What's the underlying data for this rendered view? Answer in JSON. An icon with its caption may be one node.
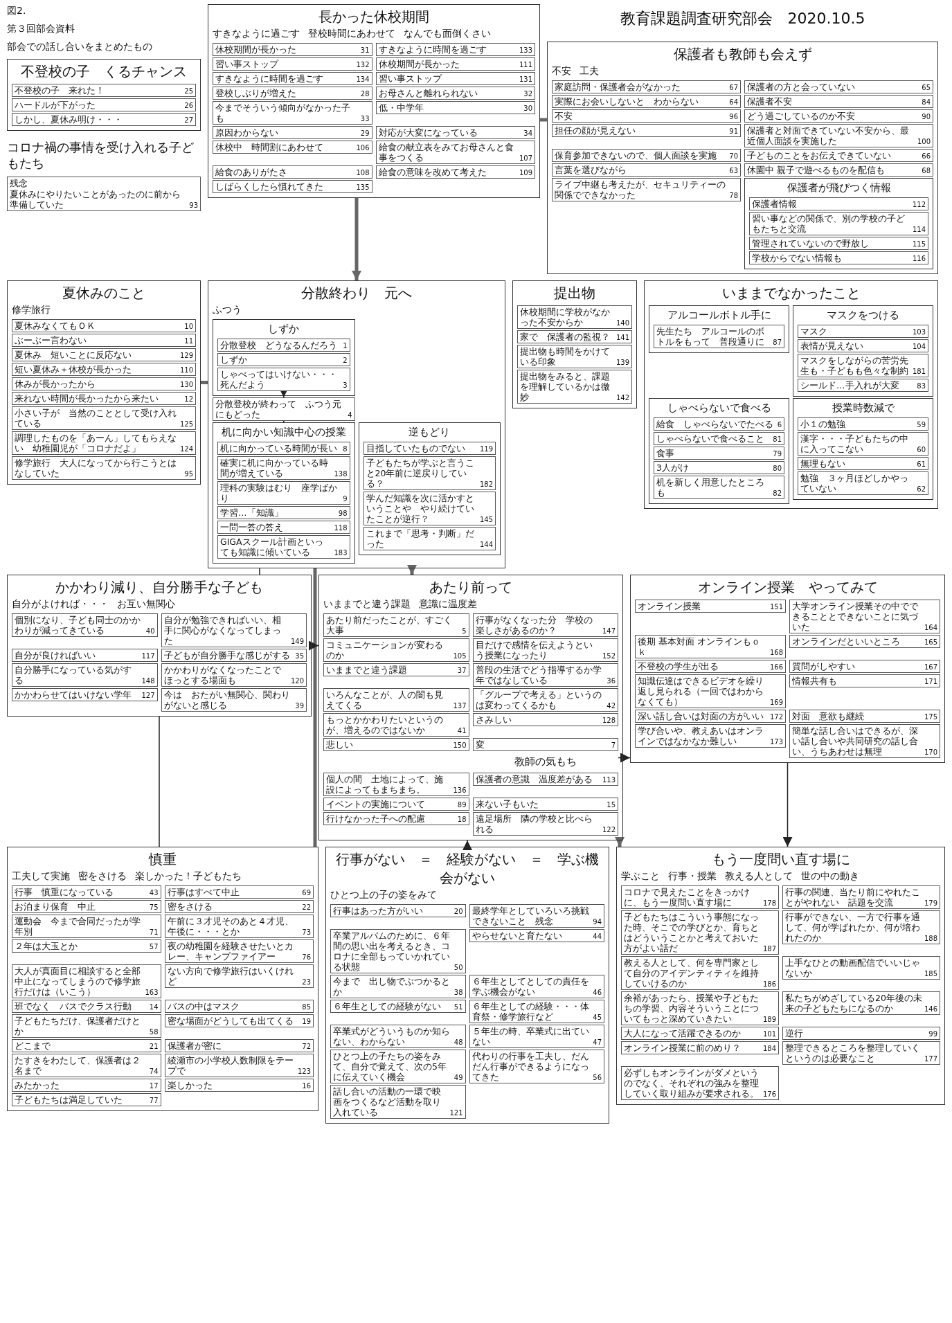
{
  "diagram": {
    "title": "教育課題調査研究部会　2020.10.5",
    "nodes": [
      {
        "text": [
          "長かった休校期間",
          "すきなように過ごす",
          "登校時間にあわせて",
          "なんでも面倒くさい"
        ]
      },
      {
        "text": [
          "休校期間が長かった",
          "31"
        ],
        "in": 0
      },
      {
        "text": [
          "すきなように時間を過ごす",
          "133"
        ],
        "in": 0
      },
      {
        "text": [
          "習い事ストップ",
          "132"
        ],
        "in": 0
      },
      {
        "text": [
          "休校期間が長かった",
          "111"
        ],
        "in": 0
      },
      {
        "text": [
          "すきなように時間を過ごす",
          "134"
        ],
        "in": 0
      },
      {
        "text": [
          "習い事ストップ",
          "131"
        ],
        "in": 0
      },
      {
        "text": [
          "登校しぶりが増えた",
          "28"
        ],
        "in": 0
      },
      {
        "text": [
          "お母さんと離れられない",
          "32"
        ],
        "in": 0
      },
      {
        "text": [
          "今までそういう傾向がなかった子も",
          "33"
        ],
        "in": 0
      },
      {
        "text": [
          "低・中学年",
          "30"
        ],
        "in": 0
      },
      {
        "text": [
          "原因わからない",
          "29"
        ],
        "in": 0
      },
      {
        "text": [
          "対応が大変になっている",
          "34"
        ],
        "in": 0
      },
      {
        "text": [
          "休校中　時間割にあわせて",
          "106"
        ],
        "in": 0
      },
      {
        "text": [
          "給食の献立表をみてお母さんと食事をつくる",
          "107"
        ],
        "in": 0
      },
      {
        "text": [
          "給食のありがたさ",
          "108"
        ],
        "in": 0
      },
      {
        "text": [
          "給食の意味を改めて考えた",
          "109"
        ],
        "in": 0
      },
      {
        "text": [
          "しばらくしたら慣れてきた",
          "135"
        ],
        "in": 0
      },
      {
        "text": [
          "不登校の子　くるチャンス"
        ]
      },
      {
        "text": [
          "不登校の子　来れた！",
          "25"
        ],
        "in": 18
      },
      {
        "text": [
          "ハードルが下がった",
          "26"
        ],
        "in": 18
      },
      {
        "text": [
          "しかし、夏休み明け・・・",
          "27"
        ],
        "in": 18
      },
      {
        "text": [
          "保護者も教師も会えず",
          "不安",
          "工夫"
        ]
      },
      {
        "text": [
          "家庭訪問・保護者会がなかった",
          "67"
        ],
        "in": 22
      },
      {
        "text": [
          "保護者の方と会っていない",
          "65"
        ],
        "in": 22
      },
      {
        "text": [
          "実際にお会いしないと　わからない",
          "64"
        ],
        "in": 22
      },
      {
        "text": [
          "保護者不安",
          "84"
        ],
        "in": 22
      },
      {
        "text": [
          "不安",
          "96"
        ],
        "in": 22
      },
      {
        "text": [
          "どう過ごしているのか不安",
          "90"
        ],
        "in": 22
      },
      {
        "text": [
          "担任の顔が見えない",
          "91"
        ],
        "in": 22
      },
      {
        "text": [
          "保護者と対面できていない不安から、最近個人面談を実施した",
          "100"
        ],
        "in": 22
      },
      {
        "text": [
          "保育参加できないので、個人面談を実施",
          "70"
        ],
        "in": 22
      },
      {
        "text": [
          "子どものことをお伝えできていない",
          "66"
        ],
        "in": 22
      },
      {
        "text": [
          "言葉を選びながら",
          "63"
        ],
        "in": 22
      },
      {
        "text": [
          "休園中 親子で遊べるものを配信も",
          "68"
        ],
        "in": 22
      },
      {
        "text": [
          "ライブ中継も考えたが、セキュリティーの関係でできなかった",
          "78"
        ],
        "in": 22
      },
      {
        "text": [
          "保護者が飛びつく情報"
        ],
        "in": 22
      },
      {
        "text": [
          "保護者情報",
          "112"
        ],
        "in": 36
      },
      {
        "text": [
          "習い事などの関係で、別の学校の子どもたちと交流",
          "114"
        ],
        "in": 36
      },
      {
        "text": [
          "管理されていないので野放し",
          "115"
        ],
        "in": 36
      },
      {
        "text": [
          "学校からでない情報も",
          "116"
        ],
        "in": 36
      },
      {
        "text": [
          "残念",
          "夏休みにやりたいことがあったのに前から準備していた",
          "93"
        ]
      },
      {
        "text": [
          "夏休みのこと",
          "修学旅行"
        ]
      },
      {
        "text": [
          "夏休みなくてもＯＫ",
          "10"
        ],
        "in": 42
      },
      {
        "text": [
          "ぶーぶー言わない",
          "11"
        ],
        "in": 42
      },
      {
        "text": [
          "夏休み　短いことに反応ない",
          "129"
        ],
        "in": 42
      },
      {
        "text": [
          "短い夏休み＋休校が長かった",
          "110"
        ],
        "in": 42
      },
      {
        "text": [
          "休みが長かったから",
          "130"
        ],
        "in": 42
      },
      {
        "text": [
          "来れない時間が長かったから来たい",
          "12"
        ],
        "in": 42
      },
      {
        "text": [
          "小さい子が　当然のこととして受け入れている",
          "125"
        ],
        "in": 42
      },
      {
        "text": [
          "調理したものを「あーん」してもらえない　幼稚園児が「コロナだよ」",
          "124"
        ],
        "in": 42
      },
      {
        "text": [
          "修学旅行　大人になってから行こうとはなしていた",
          "95"
        ],
        "in": 42
      },
      {
        "text": [
          "分散終わり　元へ",
          "ふつう"
        ]
      },
      {
        "text": [
          "しずか"
        ],
        "in": 52
      },
      {
        "text": [
          "分散登校　どうなるんだろう",
          "1"
        ],
        "in": 53
      },
      {
        "text": [
          "しずか",
          "2"
        ],
        "in": 53
      },
      {
        "text": [
          "しゃべってはいけない・・・死んだよう",
          "3"
        ],
        "in": 53
      },
      {
        "text": [
          "分散登校が終わって　ふつう元にもどった",
          "4"
        ],
        "in": 52
      },
      {
        "text": [
          "机に向かい知識中心の授業"
        ],
        "in": 52
      },
      {
        "text": [
          "机に向かっている時間が長い",
          "8"
        ],
        "in": 58
      },
      {
        "text": [
          "確実に机に向かっている時間が増えている",
          "138"
        ],
        "in": 58
      },
      {
        "text": [
          "理科の実験はむり　座学ばかり",
          "9"
        ],
        "in": 58
      },
      {
        "text": [
          "学習…「知識」",
          "98"
        ],
        "in": 58
      },
      {
        "text": [
          "一問一答の答え",
          "118"
        ],
        "in": 58
      },
      {
        "text": [
          "GIGAスクール計画といっても知識に傾いている",
          "183"
        ],
        "in": 58
      },
      {
        "text": [
          "逆もどり"
        ],
        "in": 52
      },
      {
        "text": [
          "目指していたものでない",
          "119"
        ],
        "in": 65
      },
      {
        "text": [
          "子どもたちが学ぶと言うこと20年前に逆戻りしている？",
          "182"
        ],
        "in": 65
      },
      {
        "text": [
          "学んだ知識を次に活かすということや　やり続けていたことが逆行？",
          "145"
        ],
        "in": 65
      },
      {
        "text": [
          "これまで「思考・判断」だった",
          "144"
        ],
        "in": 65
      },
      {
        "text": [
          "提出物"
        ]
      },
      {
        "text": [
          "休校期間に学校がなかった不安からか",
          "140"
        ],
        "in": 70
      },
      {
        "text": [
          "家で　保護者の監視？",
          "141"
        ],
        "in": 70
      },
      {
        "text": [
          "提出物も時間をかけている印象",
          "139"
        ],
        "in": 70
      },
      {
        "text": [
          "提出物をみると、課題を理解しているかは微妙",
          "142"
        ],
        "in": 70
      },
      {
        "text": [
          "いままでなかったこと"
        ]
      },
      {
        "text": [
          "アルコールボトル手に"
        ],
        "in": 75
      },
      {
        "text": [
          "先生たち　アルコールのボトルをもって　普段通りに",
          "87"
        ],
        "in": 76
      },
      {
        "text": [
          "マスクをつける"
        ],
        "in": 75
      },
      {
        "text": [
          "マスク",
          "103"
        ],
        "in": 78
      },
      {
        "text": [
          "表情が見えない",
          "104"
        ],
        "in": 78
      },
      {
        "text": [
          "マスクをしながらの苦労先生も・子どもも色々な制約",
          "181"
        ],
        "in": 78
      },
      {
        "text": [
          "シールド…手入れが大変",
          "83"
        ],
        "in": 78
      },
      {
        "text": [
          "しゃべらないで食べる"
        ],
        "in": 75
      },
      {
        "text": [
          "給食　しゃべらないでたべる",
          "6"
        ],
        "in": 83
      },
      {
        "text": [
          "しゃべらないで食べること",
          "81"
        ],
        "in": 83
      },
      {
        "text": [
          "食事",
          "79"
        ],
        "in": 83
      },
      {
        "text": [
          "3人がけ",
          "80"
        ],
        "in": 83
      },
      {
        "text": [
          "机を新しく用意したところも",
          "82"
        ],
        "in": 83
      },
      {
        "text": [
          "授業時数減で"
        ],
        "in": 75
      },
      {
        "text": [
          "小１の勉強",
          "59"
        ],
        "in": 89
      },
      {
        "text": [
          "漢字・・・子どもたちの中に入ってこない",
          "60"
        ],
        "in": 89
      },
      {
        "text": [
          "無理もない",
          "61"
        ],
        "in": 89
      },
      {
        "text": [
          "勉強　３ヶ月ほどしかやっていない",
          "62"
        ],
        "in": 89
      },
      {
        "text": [
          "かかわり減り、自分勝手な子ども",
          "自分がよければ・・・",
          "お互い無関心"
        ]
      },
      {
        "text": [
          "個別になり、子ども同士のかかわりが減ってきている",
          "40"
        ],
        "in": 94
      },
      {
        "text": [
          "自分が勉強できればいい、相手に関心がなくなってしまった",
          "149"
        ],
        "in": 94
      },
      {
        "text": [
          "自分が良ければいい",
          "117"
        ],
        "in": 94
      },
      {
        "text": [
          "子どもが自分勝手な感じがする",
          "35"
        ],
        "in": 94
      },
      {
        "text": [
          "自分勝手になっている気がする",
          "148"
        ],
        "in": 94
      },
      {
        "text": [
          "かかわりがなくなったことでほっとする場面も",
          "120"
        ],
        "in": 94
      },
      {
        "text": [
          "かかわらせてはいけない学年",
          "127"
        ],
        "in": 94
      },
      {
        "text": [
          "今は　おたがい無関心、関わりがないと感じる",
          "39"
        ],
        "in": 94
      },
      {
        "text": [
          "あたり前って",
          "いままでと違う課題",
          "意識に温度差"
        ]
      },
      {
        "text": [
          "あたり前だったことが、すごく大事",
          "5"
        ],
        "in": 103
      },
      {
        "text": [
          "行事がなくなった分　学校の楽しさがあるのか？",
          "147"
        ],
        "in": 103
      },
      {
        "text": [
          "コミュニケーションが変わるのか",
          "105"
        ],
        "in": 103
      },
      {
        "text": [
          "目だけで感情を伝えようという授業になったり",
          "152"
        ],
        "in": 103
      },
      {
        "text": [
          "いままでと違う課題",
          "37"
        ],
        "in": 103
      },
      {
        "text": [
          "普段の生活でどう指導するか学年ではなしている",
          "36"
        ],
        "in": 103
      },
      {
        "text": [
          "いろんなことが、人の闇も見えてくる",
          "137"
        ],
        "in": 103
      },
      {
        "text": [
          "「グループで考える」というのは変わってくるかも",
          "42"
        ],
        "in": 103
      },
      {
        "text": [
          "もっとかかわりたいというのが、増えるのではないか",
          "41"
        ],
        "in": 103
      },
      {
        "text": [
          "さみしい",
          "128"
        ],
        "in": 103
      },
      {
        "text": [
          "悲しい",
          "150"
        ],
        "in": 103
      },
      {
        "text": [
          "変",
          "7"
        ],
        "in": 103
      },
      {
        "text": [
          "教師の気もち"
        ],
        "in": 103
      },
      {
        "text": [
          "個人の間　土地によって、施設によってもまちまち。",
          "136"
        ],
        "in": 103
      },
      {
        "text": [
          "保護者の意識　温度差がある",
          "113"
        ],
        "in": 103
      },
      {
        "text": [
          "イベントの実施について",
          "89"
        ],
        "in": 103
      },
      {
        "text": [
          "来ない子もいた",
          "15"
        ],
        "in": 103
      },
      {
        "text": [
          "行けなかった子への配慮",
          "18"
        ],
        "in": 103
      },
      {
        "text": [
          "遠足場所　隣の学校と比べられる",
          "122"
        ],
        "in": 103
      },
      {
        "text": [
          "オンライン授業　やってみて"
        ]
      },
      {
        "text": [
          "オンライン授業",
          "151"
        ],
        "in": 123
      },
      {
        "text": [
          "大学オンライン授業その中でできることとできないことに気づいた",
          "164"
        ],
        "in": 123
      },
      {
        "text": [
          "後期 基本対面 オンラインもｏｋ",
          "168"
        ],
        "in": 123
      },
      {
        "text": [
          "オンラインだといいところ",
          "165"
        ],
        "in": 123
      },
      {
        "text": [
          "不登校の学生が出る",
          "166"
        ],
        "in": 123
      },
      {
        "text": [
          "質問がしやすい",
          "167"
        ],
        "in": 123
      },
      {
        "text": [
          "知識伝達はできるビデオを繰り返し見られる（一回ではわからなくても）",
          "169"
        ],
        "in": 123
      },
      {
        "text": [
          "情報共有も",
          "171"
        ],
        "in": 123
      },
      {
        "text": [
          "深い話し合いは対面の方がいい",
          "172"
        ],
        "in": 123
      },
      {
        "text": [
          "対面　意欲も継続",
          "175"
        ],
        "in": 123
      },
      {
        "text": [
          "学び合いや、教えあいはオンラインではなかなか難しい",
          "173"
        ],
        "in": 123
      },
      {
        "text": [
          "簡単な話し合いはできるが、深い話し合いや共同研究の話し合い、うちあわせは無理",
          "170"
        ],
        "in": 123
      },
      {
        "text": [
          "慎重",
          "工夫して実施",
          "密をさける",
          "楽しかった！子どもたち"
        ]
      },
      {
        "text": [
          "行事　慎重になっている",
          "43"
        ],
        "in": 136
      },
      {
        "text": [
          "行事はすべて中止",
          "69"
        ],
        "in": 136
      },
      {
        "text": [
          "お泊まり保育　中止",
          "75"
        ],
        "in": 136
      },
      {
        "text": [
          "密をさける",
          "22"
        ],
        "in": 136
      },
      {
        "text": [
          "運動会　今まで合同だったが学年別",
          "71"
        ],
        "in": 136
      },
      {
        "text": [
          "午前に３才児そのあと４才児、午後に・・・とか",
          "73"
        ],
        "in": 136
      },
      {
        "text": [
          "２年は大玉とか",
          "57"
        ],
        "in": 136
      },
      {
        "text": [
          "夜の幼稚園を経験させたいとカレー、キャンプファイアー",
          "76"
        ],
        "in": 136
      },
      {
        "text": [
          "大人が真面目に相談すると全部中止になってしまうので修学旅行だけは（いこう）",
          "163"
        ],
        "in": 136
      },
      {
        "text": [
          "ない方向で修学旅行はいくけれど",
          "23"
        ],
        "in": 136
      },
      {
        "text": [
          "班でなく　バスでクラス行動",
          "14"
        ],
        "in": 136
      },
      {
        "text": [
          "バスの中はマスク",
          "85"
        ],
        "in": 136
      },
      {
        "text": [
          "子どもたちだけ、保護者だけとか",
          "58"
        ],
        "in": 136
      },
      {
        "text": [
          "密な場面がどうしても出てくる",
          "19"
        ],
        "in": 136
      },
      {
        "text": [
          "どこまで",
          "21"
        ],
        "in": 136
      },
      {
        "text": [
          "保護者が密に",
          "72"
        ],
        "in": 136
      },
      {
        "text": [
          "たすきをわたして、保護者は２名まで",
          "74"
        ],
        "in": 136
      },
      {
        "text": [
          "綾瀬市の小学校人数制限をテープで",
          "123"
        ],
        "in": 136
      },
      {
        "text": [
          "みたかった",
          "17"
        ],
        "in": 136
      },
      {
        "text": [
          "楽しかった",
          "16"
        ],
        "in": 136
      },
      {
        "text": [
          "子どもたちは満足していた",
          "77"
        ],
        "in": 136
      },
      {
        "text": [
          "行事がない　＝　経験がない　＝　学ぶ機会がない",
          "ひとつ上の子の姿をみて"
        ]
      },
      {
        "text": [
          "行事はあった方がいい",
          "20"
        ],
        "in": 158
      },
      {
        "text": [
          "最終学年としていろいろ挑戦できないこと　残念",
          "94"
        ],
        "in": 158
      },
      {
        "text": [
          "卒業アルバムのために、６年間の思い出を考えるとき、コロナに全部もっていかれている状態",
          "50"
        ],
        "in": 158
      },
      {
        "text": [
          "やらせないと育たない",
          "44"
        ],
        "in": 158
      },
      {
        "text": [
          "今まで　出し物でぶつかるとか",
          "38"
        ],
        "in": 158
      },
      {
        "text": [
          "６年生としてとしての責任を学ぶ機会がない",
          "46"
        ],
        "in": 158
      },
      {
        "text": [
          "６年生としての経験がない",
          "51"
        ],
        "in": 158
      },
      {
        "text": [
          "６年生としての経験・・・体育祭・修学旅行など",
          "45"
        ],
        "in": 158
      },
      {
        "text": [
          "卒業式がどういうものか知らない、わからない",
          "48"
        ],
        "in": 158
      },
      {
        "text": [
          "５年生の時、卒業式に出ていない",
          "47"
        ],
        "in": 158
      },
      {
        "text": [
          "ひとつ上の子たちの姿をみて、自分で覚えて、次の5年に伝えていく機会",
          "49"
        ],
        "in": 158
      },
      {
        "text": [
          "代わりの行事を工夫し、だんだん行事ができるようになってきた",
          "56"
        ],
        "in": 158
      },
      {
        "text": [
          "話し合いの活動の一環で映画をつくるなど活動を取り入れている",
          "121"
        ],
        "in": 158
      },
      {
        "text": [
          "もう一度問い直す場に",
          "学ぶこと",
          "行事・授業",
          "教える人として",
          "世の中の動き"
        ]
      },
      {
        "text": [
          "コロナで見えたことをきっかけに、もう一度問い直す場に",
          "178"
        ],
        "in": 172
      },
      {
        "text": [
          "行事の関連、当たり前にやれたことがやれない　話題を交流",
          "179"
        ],
        "in": 172
      },
      {
        "text": [
          "子どもたちはこういう事態になった時、そこでの学びとか、育ちとはどういうことかと考えておいた方がよい話だ",
          "187"
        ],
        "in": 172
      },
      {
        "text": [
          "行事ができない、一方で行事を通して、何が学ばれたか、何が培われたのか",
          "188"
        ],
        "in": 172
      },
      {
        "text": [
          "教える人として、何を専門家として自分のアイデンティティを維持していけるのか",
          "186"
        ],
        "in": 172
      },
      {
        "text": [
          "上手なひとの動画配信でいいじゃないか",
          "185"
        ],
        "in": 172
      },
      {
        "text": [
          "余裕があったら、授業や子どもたちの学習、内容そういうことについてもっと深めていきたい",
          "189"
        ],
        "in": 172
      },
      {
        "text": [
          "私たちがめざしている20年後の未来の子どもたちになるのか",
          "146"
        ],
        "in": 172
      },
      {
        "text": [
          "大人になって活躍できるのか",
          "101"
        ],
        "in": 172
      },
      {
        "text": [
          "逆行",
          "99"
        ],
        "in": 172
      },
      {
        "text": [
          "オンライン授業に前のめり？",
          "184"
        ],
        "in": 172
      },
      {
        "text": [
          "整理できるところを整理していくというのは必要なこと",
          "177"
        ],
        "in": 172
      },
      {
        "text": [
          "必ずしもオンラインがダメというのでなく、それぞれの強みを整理していく取り組みが要求される。",
          "176"
        ],
        "in": 172
      }
    ],
    "edges": [
      {
        "from": 0,
        "to": 52,
        "arrow": "to",
        "style": "thick",
        "color": "#666666"
      },
      {
        "from": 0,
        "to": 22,
        "arrow": "none",
        "style": "thick",
        "color": "#666666"
      },
      {
        "from": 56,
        "to": 57,
        "arrow": "to"
      },
      {
        "from": 57,
        "to": 58,
        "arrow": "to"
      },
      {
        "from": 42,
        "to": 52,
        "arrow": "none",
        "style": "thick",
        "color": "#666666"
      },
      {
        "from": 52,
        "to": 94,
        "arrow": "none"
      },
      {
        "from": 52,
        "to": 136,
        "arrow": "none",
        "style": "thick",
        "color": "#666666"
      },
      {
        "from": 94,
        "to": 136,
        "arrow": "none"
      },
      {
        "from": 94,
        "to": 103,
        "arrow": "to"
      },
      {
        "from": 52,
        "to": 103,
        "arrow": "to",
        "style": "thick",
        "color": "#666666"
      },
      {
        "from": 116,
        "to": 123,
        "arrow": "to"
      },
      {
        "from": 158,
        "to": 103,
        "arrow": "to"
      },
      {
        "from": 103,
        "to": 172,
        "arrow": "to",
        "style": "thick",
        "color": "#666666"
      },
      {
        "from": 123,
        "to": 172,
        "arrow": "to"
      }
    ],
    "labels": [
      "図2.",
      "第３回部会資料",
      "部会での話し合いをまとめたもの",
      "コロナ禍の事情を受け入れる子どもたち"
    ]
  }
}
